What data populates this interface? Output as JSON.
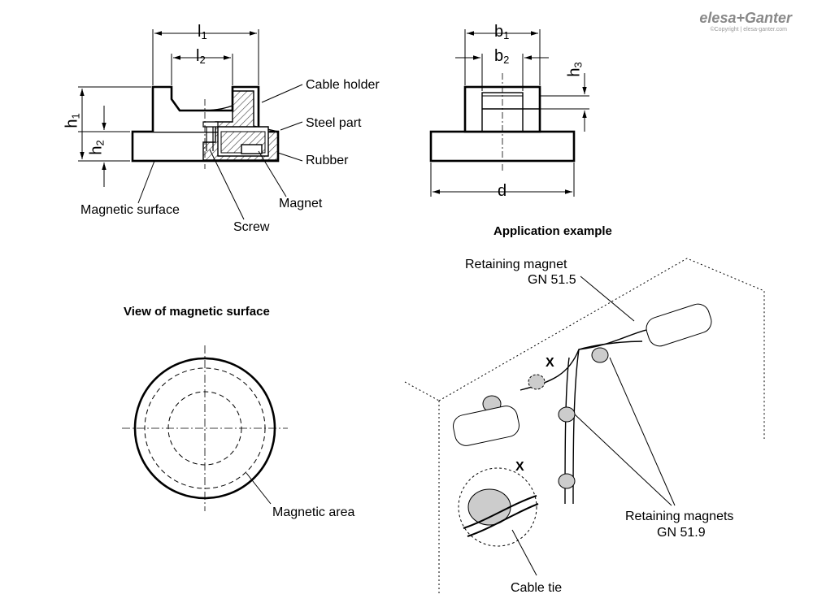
{
  "brand": {
    "logo": "elesa+Ganter",
    "copyright": "©Copyright | elesa-ganter.com"
  },
  "dims": {
    "l1_base": "l",
    "l1_sub": "1",
    "l2_base": "l",
    "l2_sub": "2",
    "h1_base": "h",
    "h1_sub": "1",
    "h2_base": "h",
    "h2_sub": "2",
    "b1_base": "b",
    "b1_sub": "1",
    "b2_base": "b",
    "b2_sub": "2",
    "h3_base": "h",
    "h3_sub": "3",
    "d": "d"
  },
  "labels": {
    "cable_holder": "Cable holder",
    "steel_part": "Steel part",
    "rubber": "Rubber",
    "magnet": "Magnet",
    "magnetic_surface": "Magnetic surface",
    "screw": "Screw",
    "magnetic_area": "Magnetic area",
    "retaining_magnet_line1": "Retaining magnet",
    "retaining_magnet_line2": "GN 51.5",
    "retaining_magnets_line1": "Retaining magnets",
    "retaining_magnets_line2": "GN 51.9",
    "cable_tie": "Cable tie",
    "detail_x1": "X",
    "detail_x2": "X"
  },
  "titles": {
    "application_example": "Application example",
    "view_magnetic_surface": "View of magnetic surface"
  },
  "colors": {
    "line": "#000000",
    "hatch": "#555555",
    "fill_grey": "#cccccc"
  }
}
